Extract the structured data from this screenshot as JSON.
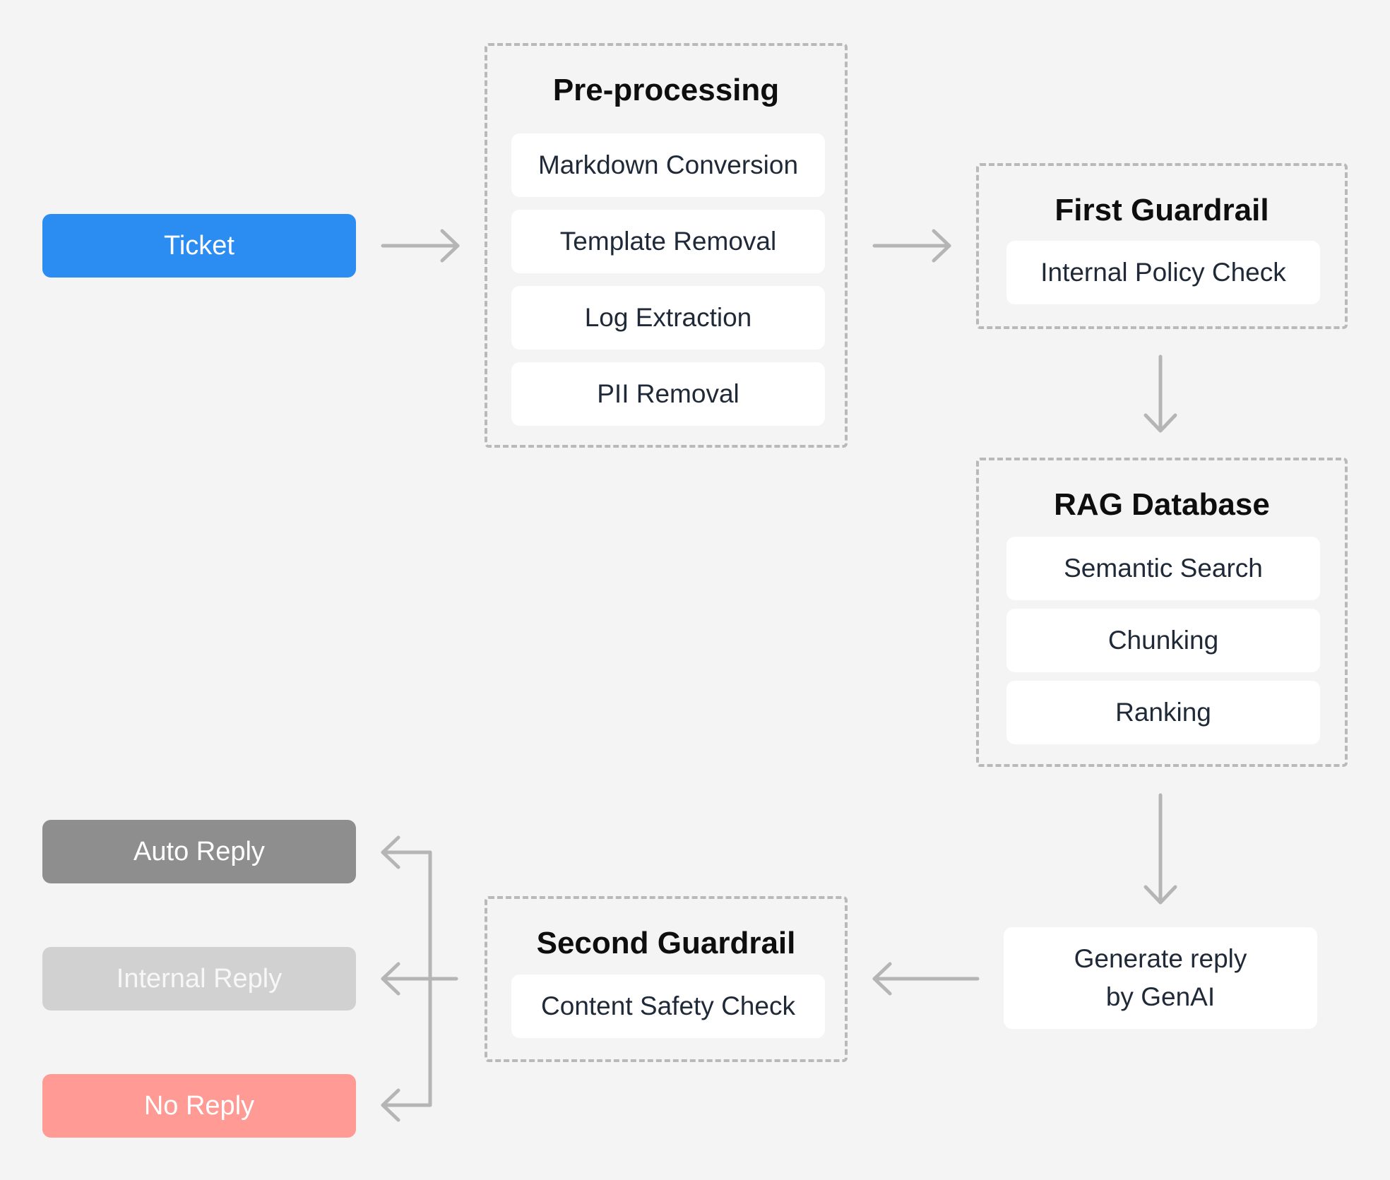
{
  "ticket": {
    "label": "Ticket"
  },
  "preprocessing": {
    "title": "Pre-processing",
    "items": [
      "Markdown Conversion",
      "Template Removal",
      "Log Extraction",
      "PII Removal"
    ]
  },
  "first_guardrail": {
    "title": "First Guardrail",
    "items": [
      "Internal Policy Check"
    ]
  },
  "rag_database": {
    "title": "RAG Database",
    "items": [
      "Semantic Search",
      "Chunking",
      "Ranking"
    ]
  },
  "generate": {
    "line1": "Generate reply",
    "line2": "by GenAI"
  },
  "second_guardrail": {
    "title": "Second Guardrail",
    "items": [
      "Content Safety Check"
    ]
  },
  "outcomes": {
    "auto_reply": "Auto Reply",
    "internal_reply": "Internal Reply",
    "no_reply": "No Reply"
  },
  "colors": {
    "ticket": "#2b8cf1",
    "auto_reply": "#8e8e8e",
    "internal_reply": "#d1d1d1",
    "no_reply": "#ff9a94",
    "arrow": "#b5b5b5",
    "group_border": "#b9b9b9",
    "background": "#f4f4f4"
  }
}
